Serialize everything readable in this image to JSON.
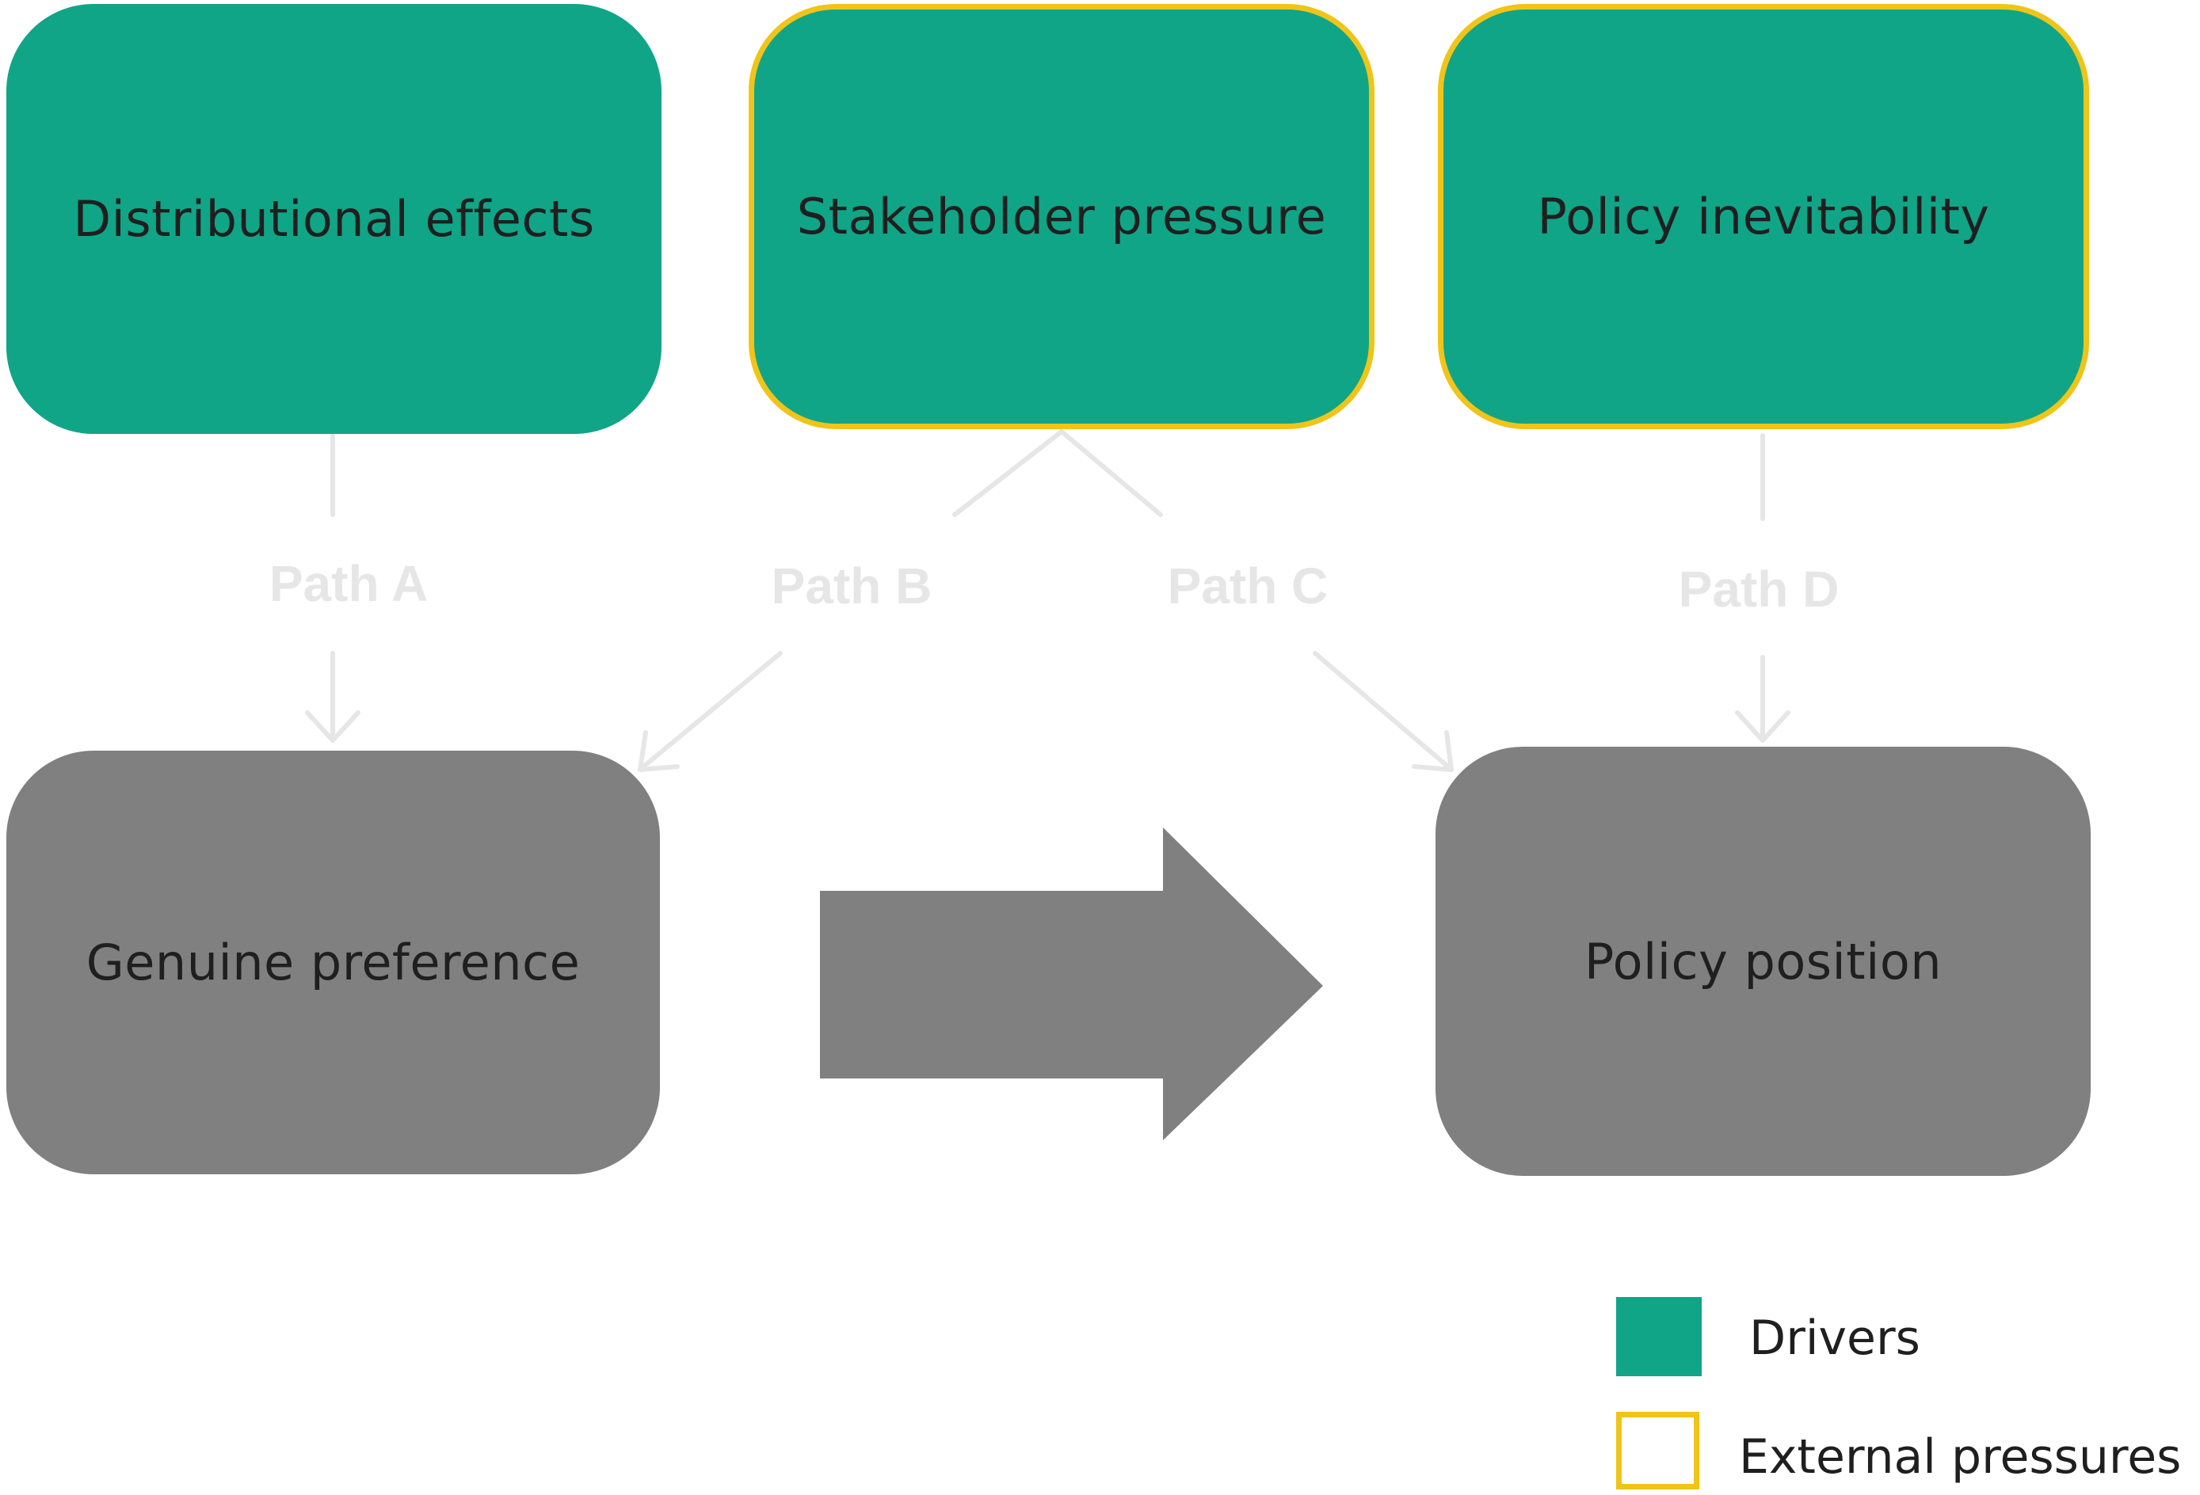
{
  "colors": {
    "driver_fill": "#10a587",
    "external_border": "#f0c419",
    "outcome_fill": "#808080",
    "connector": "#e6e6e6",
    "text": "#1f1f1f"
  },
  "drivers": [
    {
      "id": "distributional",
      "label": "Distributional effects",
      "external": false
    },
    {
      "id": "stakeholder",
      "label": "Stakeholder pressure",
      "external": true
    },
    {
      "id": "inevitability",
      "label": "Policy inevitability",
      "external": true
    }
  ],
  "outcomes": {
    "genuine": "Genuine preference",
    "position": "Policy position"
  },
  "paths": {
    "a": "Path A",
    "b": "Path B",
    "c": "Path C",
    "d": "Path D"
  },
  "legend": {
    "drivers": "Drivers",
    "external": "External pressures"
  },
  "icons": {
    "main_arrow": "right-arrow-icon"
  }
}
